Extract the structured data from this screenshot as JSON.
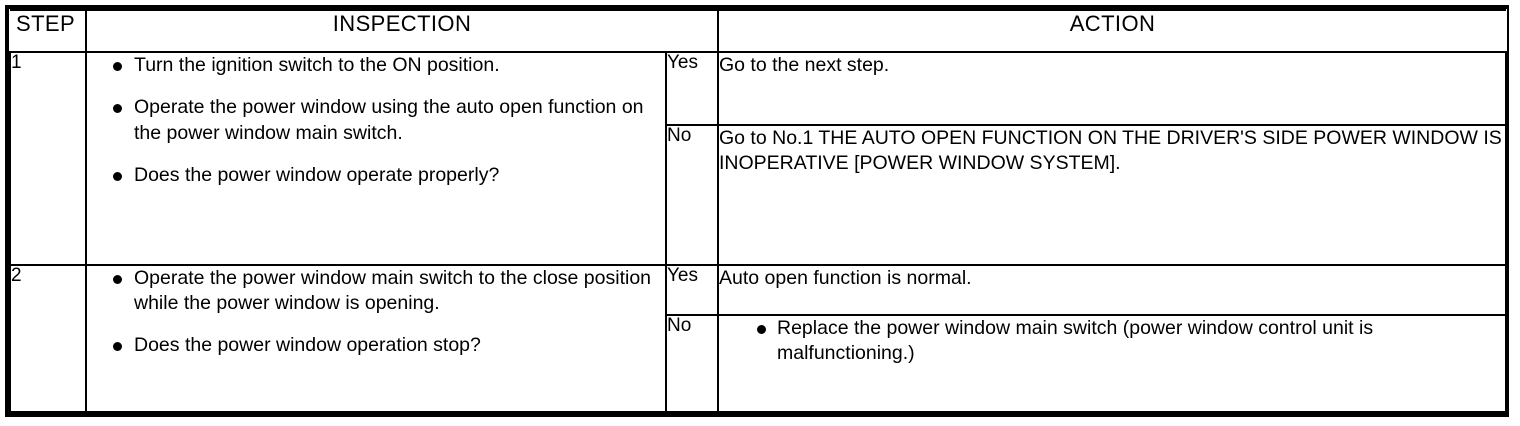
{
  "table": {
    "headers": {
      "step": "STEP",
      "inspection": "INSPECTION",
      "action": "ACTION"
    },
    "rows": [
      {
        "step": "1",
        "inspection_items": [
          "Turn the ignition switch to the ON position.",
          "Operate the power window using the auto open function on the power window main switch.",
          "Does the power window operate properly?"
        ],
        "results": [
          {
            "label": "Yes",
            "bulleted": false,
            "text": "Go to the next step."
          },
          {
            "label": "No",
            "bulleted": false,
            "text": "Go to No.1 THE AUTO OPEN FUNCTION ON THE DRIVER'S SIDE POWER WINDOW IS INOPERATIVE [POWER WINDOW SYSTEM]."
          }
        ]
      },
      {
        "step": "2",
        "inspection_items": [
          "Operate the power window main switch to the close position while the power window is opening.",
          "Does the power window operation stop?"
        ],
        "results": [
          {
            "label": "Yes",
            "bulleted": false,
            "text": "Auto open function is normal."
          },
          {
            "label": "No",
            "bulleted": true,
            "text": "Replace the power window main switch (power window control unit is malfunctioning.)"
          }
        ]
      }
    ]
  },
  "colors": {
    "border": "#000000",
    "text": "#000000",
    "background": "#ffffff"
  }
}
